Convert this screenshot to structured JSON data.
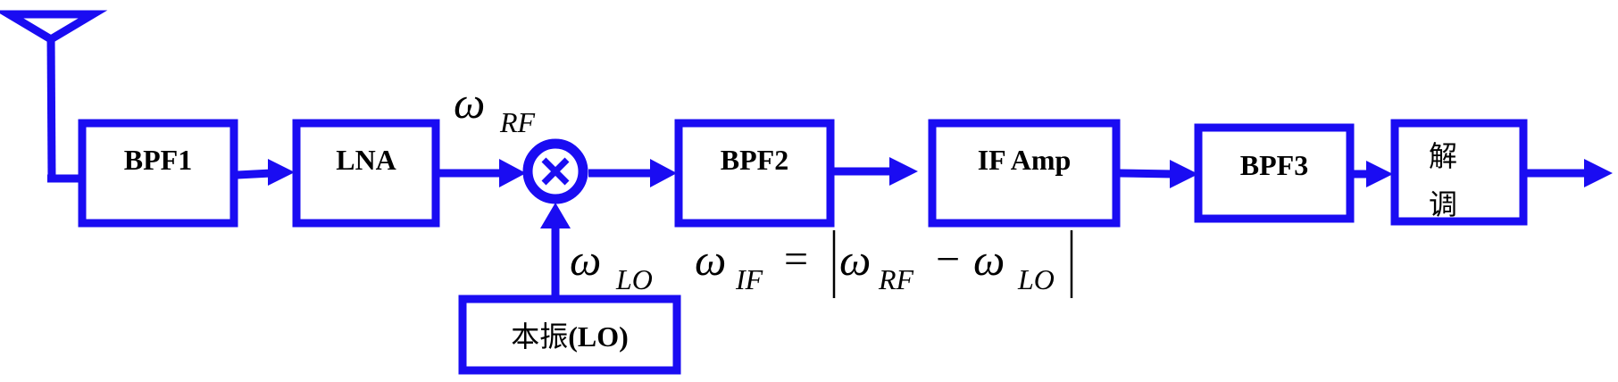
{
  "colors": {
    "line": "#1a0cf2",
    "text": "#000000",
    "background": "#ffffff"
  },
  "blocks": {
    "bpf1": "BPF1",
    "lna": "LNA",
    "bpf2": "BPF2",
    "if_amp": "IF Amp",
    "bpf3": "BPF3",
    "demod_line1": "解",
    "demod_line2": "调",
    "lo_cn": "本振",
    "lo_en": "(LO)"
  },
  "signals": {
    "rf": {
      "symbol": "ω",
      "sub": "RF"
    },
    "lo": {
      "symbol": "ω",
      "sub": "LO"
    }
  },
  "formula": {
    "lhs_symbol": "ω",
    "lhs_sub": "IF",
    "equals": "=",
    "rf_symbol": "ω",
    "rf_sub": "RF",
    "minus": "−",
    "lo_symbol": "ω",
    "lo_sub": "LO"
  },
  "icons": {
    "antenna": "antenna-icon",
    "mixer": "mixer-icon"
  }
}
